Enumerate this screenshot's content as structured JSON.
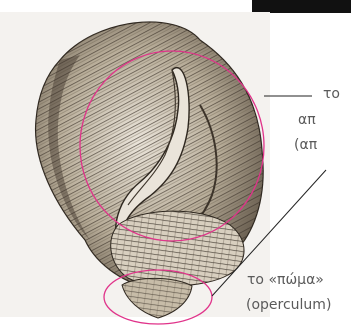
{
  "labels": {
    "upper_line1": "το",
    "upper_line2": "απ",
    "upper_line3": "(απ",
    "lower_line1": "το «πώμα»",
    "lower_line2": "(operculum)"
  },
  "colors": {
    "highlight": "#e0338a",
    "shell_light": "#eae4da",
    "shell_mid": "#a79b86",
    "shell_dark": "#3d342a",
    "leader_line": "#222222",
    "label_text": "#5a5a5a",
    "corner_block": "#111111"
  },
  "icons": {
    "shell": "sea-snail-shell-illustration"
  }
}
